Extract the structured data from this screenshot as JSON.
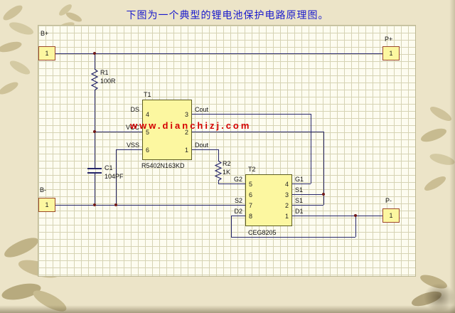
{
  "page": {
    "title": "下图为一个典型的锂电池保护电路原理图。",
    "watermark": "www.dianchizj.com"
  },
  "colors": {
    "page-bg": "#ece4c8",
    "sheet-bg": "#fdfcf0",
    "grid-line": "#d6d3b4",
    "wire": "#26266b",
    "chip-fill": "#fcf7a0",
    "chip-border": "#5d5d20",
    "port-border": "#9c4a2a",
    "title-color": "#1a1acd",
    "watermark-color": "#d40000",
    "junction": "#701818",
    "text-color": "#111111"
  },
  "ports": {
    "bplus": {
      "label": "B+",
      "pin": "1"
    },
    "pplus": {
      "label": "P+",
      "pin": "1"
    },
    "bminus": {
      "label": "B-",
      "pin": "1"
    },
    "pminus": {
      "label": "P-",
      "pin": "1"
    }
  },
  "components": {
    "r1": {
      "ref": "R1",
      "value": "100R"
    },
    "r2": {
      "ref": "R2",
      "value": "1K"
    },
    "c1": {
      "ref": "C1",
      "value": "104PF"
    },
    "t1": {
      "ref": "T1",
      "part": "R5402N163KD",
      "left_pins": [
        {
          "num": "4",
          "label": "DS"
        },
        {
          "num": "5",
          "label": "VCC"
        },
        {
          "num": "6",
          "label": "VSS"
        }
      ],
      "right_pins": [
        {
          "num": "3",
          "label": "Cout"
        },
        {
          "num": "2",
          "label": ""
        },
        {
          "num": "1",
          "label": "Dout"
        }
      ]
    },
    "t2": {
      "ref": "T2",
      "part": "CEG8205",
      "left_pins": [
        {
          "num": "5",
          "label": "G2"
        },
        {
          "num": "6",
          "label": ""
        },
        {
          "num": "7",
          "label": "S2"
        },
        {
          "num": "8",
          "label": "D2"
        }
      ],
      "right_pins": [
        {
          "num": "4",
          "label": "G1"
        },
        {
          "num": "3",
          "label": "S1"
        },
        {
          "num": "2",
          "label": "S1"
        },
        {
          "num": "1",
          "label": "D1"
        }
      ]
    }
  }
}
